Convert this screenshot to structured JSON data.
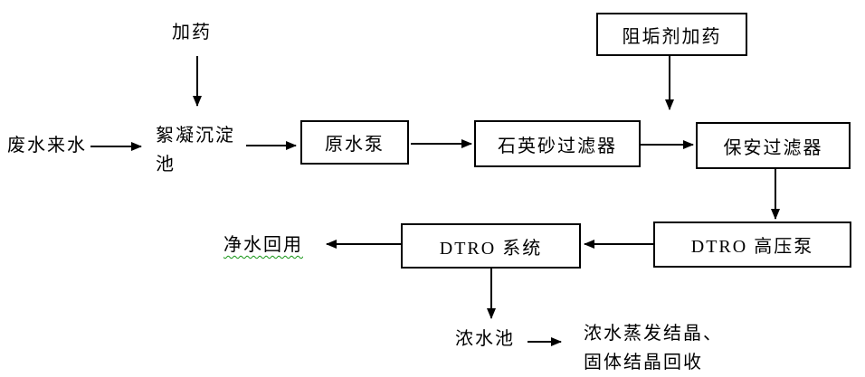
{
  "diagram": {
    "type": "flowchart",
    "language": "zh-CN",
    "nodes": {
      "dosing": "加药",
      "wastewater_inflow": "废水来水",
      "flocculation_tank": "絮凝沉淀\n池",
      "raw_water_pump": "原水泵",
      "antiscalant_dosing": "阻垢剂加药",
      "quartz_sand_filter": "石英砂过滤器",
      "security_filter": "保安过滤器",
      "dtro_high_pressure_pump": "DTRO 高压泵",
      "dtro_system": "DTRO 系统",
      "clean_water_reuse": "净水回用",
      "concentrate_tank": "浓水池",
      "concentrate_treatment": "浓水蒸发结晶、\n固体结晶回收"
    },
    "edges": [
      {
        "from": "dosing",
        "to": "flocculation_tank",
        "direction": "down"
      },
      {
        "from": "wastewater_inflow",
        "to": "flocculation_tank",
        "direction": "right"
      },
      {
        "from": "flocculation_tank",
        "to": "raw_water_pump",
        "direction": "right"
      },
      {
        "from": "raw_water_pump",
        "to": "quartz_sand_filter",
        "direction": "right"
      },
      {
        "from": "quartz_sand_filter",
        "to": "security_filter",
        "direction": "right"
      },
      {
        "from": "antiscalant_dosing",
        "to": "quartz_to_security_pipe",
        "direction": "down"
      },
      {
        "from": "security_filter",
        "to": "dtro_high_pressure_pump",
        "direction": "down"
      },
      {
        "from": "dtro_high_pressure_pump",
        "to": "dtro_system",
        "direction": "left"
      },
      {
        "from": "dtro_system",
        "to": "clean_water_reuse",
        "direction": "left"
      },
      {
        "from": "dtro_system",
        "to": "concentrate_tank",
        "direction": "down"
      },
      {
        "from": "concentrate_tank",
        "to": "concentrate_treatment",
        "direction": "right"
      }
    ],
    "colors": {
      "background": "#ffffff",
      "line": "#000000",
      "box_border": "#000000",
      "text": "#000000",
      "spellcheck_underline": "#119311"
    }
  }
}
